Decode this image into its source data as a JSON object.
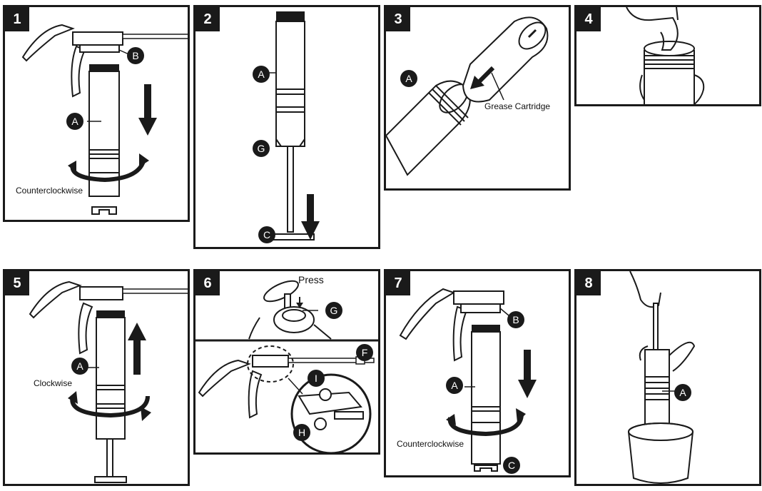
{
  "steps": {
    "s1": "1",
    "s2": "2",
    "s3": "3",
    "s4": "4",
    "s5": "5",
    "s6": "6",
    "s7": "7",
    "s8": "8"
  },
  "callouts": {
    "a": "A",
    "b": "B",
    "c": "C",
    "f": "F",
    "g": "G",
    "h": "H",
    "i": "I"
  },
  "text": {
    "counterclockwise": "Counterclockwise",
    "clockwise": "Clockwise",
    "grease_cartridge": "Grease Cartridge",
    "press": "Press"
  },
  "colors": {
    "ink": "#1a1a1a",
    "paper": "#ffffff",
    "light_gray": "#e6e6e6"
  },
  "icons": {
    "arrow_down": "arrow-down-icon",
    "arrow_up": "arrow-up-icon",
    "rotate": "rotate-arrow-icon"
  }
}
